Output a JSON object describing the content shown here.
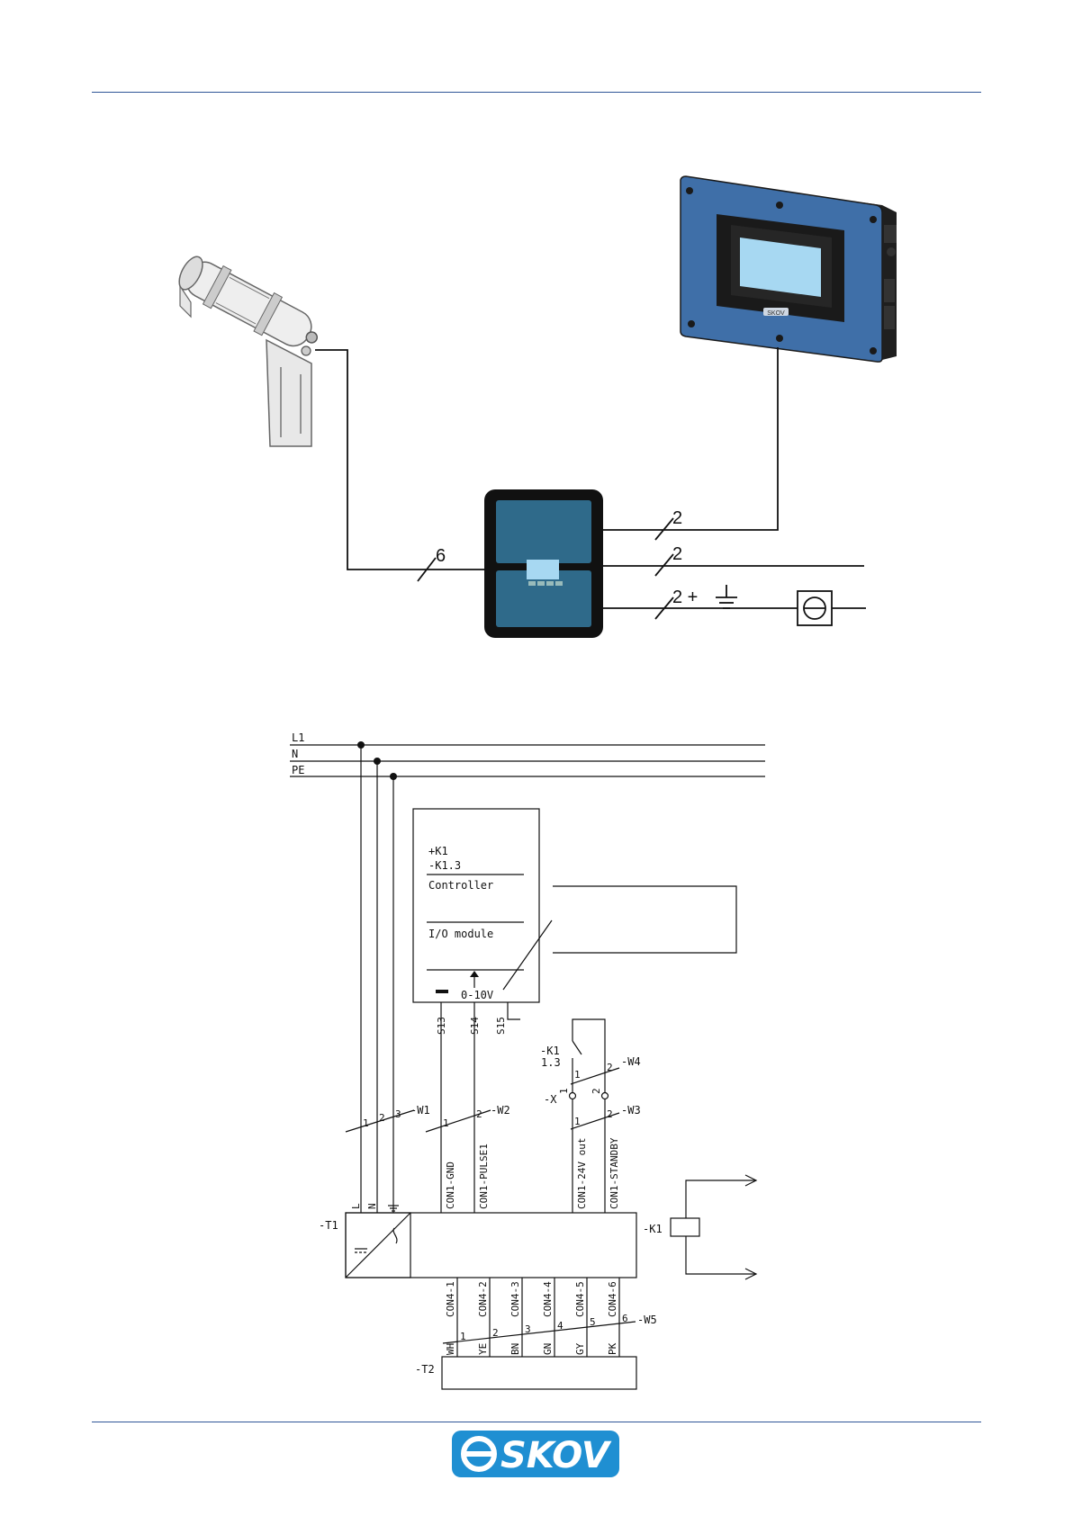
{
  "colors": {
    "rule": "#2f5597",
    "brand": "#1f8fd2",
    "controller_blue": "#3f6fa8",
    "screen": "#a7d8f2",
    "module_blue": "#2f6a8a"
  },
  "overview": {
    "sensor_cable_count": "6",
    "controller_cable_count": "2",
    "output_cable_count": "2",
    "power_cable_count": "2 +",
    "controller_brand": "SKOV"
  },
  "schematic": {
    "supply_lines": [
      "L1",
      "N",
      "PE"
    ],
    "box_ref_1": "+K1",
    "box_ref_2": "-K1.3",
    "box_controller": "Controller",
    "box_io": "I/O module",
    "box_signal": "0-10V",
    "box_terminals": [
      "S13",
      "S14",
      "S15"
    ],
    "relay_ref_1": "-K1",
    "relay_ref_2": "1.3",
    "w4": "-W4",
    "w3": "-W3",
    "w2": "-W2",
    "w1": "-W1",
    "w5": "-W5",
    "x_ref": "-X",
    "t1": "-T1",
    "t2": "-T2",
    "k1": "-K1",
    "t1_top_terminals": [
      "L",
      "N",
      "⏚"
    ],
    "t1_con1": [
      "CON1-GND",
      "CON1-PULSE1",
      "CON1-24V out",
      "CON1-STANDBY"
    ],
    "t1_con4": [
      "CON4-1",
      "CON4-2",
      "CON4-3",
      "CON4-4",
      "CON4-5",
      "CON4-6"
    ],
    "t2_colors": [
      "WH",
      "YE",
      "BN",
      "GN",
      "GY",
      "PK"
    ],
    "w1_nums": [
      "1",
      "2",
      "3"
    ],
    "w2_nums": [
      "1",
      "2"
    ],
    "w3_nums": [
      "1",
      "2"
    ],
    "w4_nums": [
      "1",
      "2"
    ],
    "x_nums": [
      "1",
      "2"
    ],
    "w5_nums": [
      "1",
      "2",
      "3",
      "4",
      "5",
      "6"
    ]
  },
  "footer": {
    "logo": "SKOV"
  }
}
